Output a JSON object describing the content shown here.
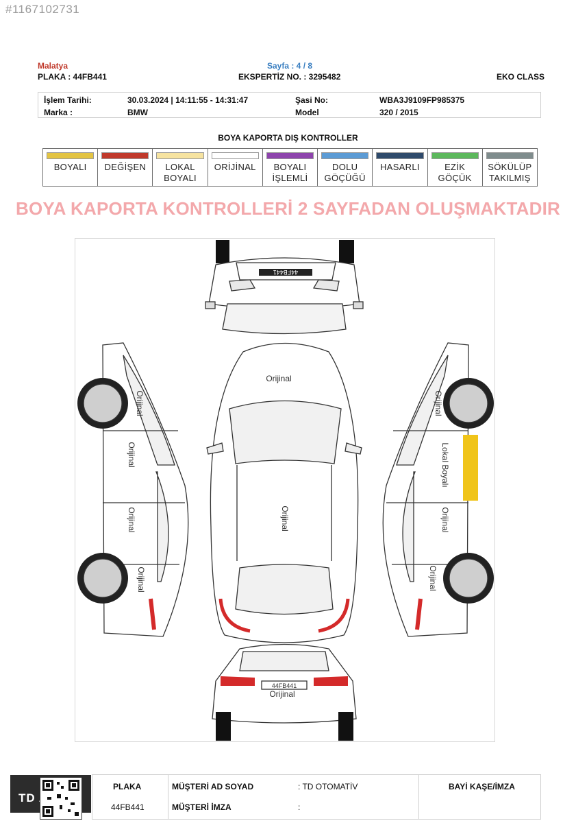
{
  "listing_id": "#1167102731",
  "header": {
    "city": "Malatya",
    "page": "Sayfa : 4 / 8",
    "plate_line": "PLAKA : 44FB441",
    "expertise_line": "EKSPERTİZ NO. : 3295482",
    "package": "EKO CLASS"
  },
  "info": {
    "date_label": "İşlem Tarihi:",
    "date_value": "30.03.2024 | 14:11:55 - 14:31:47",
    "chassis_label": "Şasi No:",
    "chassis_value": "WBA3J9109FP985375",
    "brand_label": "Marka :",
    "brand_value": "BMW",
    "model_label": "Model",
    "model_value": "320 / 2015"
  },
  "section_title": "BOYA KAPORTA DIŞ KONTROLLER",
  "legend": [
    {
      "line1": "BOYALI",
      "line2": "",
      "color": "#e3c443"
    },
    {
      "line1": "DEĞİŞEN",
      "line2": "",
      "color": "#c0392b"
    },
    {
      "line1": "LOKAL",
      "line2": "BOYALI",
      "color": "#f6e3a0"
    },
    {
      "line1": "ORİJİNAL",
      "line2": "",
      "color": "#ffffff"
    },
    {
      "line1": "BOYALI",
      "line2": "İŞLEMLİ",
      "color": "#8e44ad"
    },
    {
      "line1": "DOLU",
      "line2": "GÖÇÜĞÜ",
      "color": "#5b9bd5"
    },
    {
      "line1": "HASARLI",
      "line2": "",
      "color": "#2e4a6b"
    },
    {
      "line1": "EZİK",
      "line2": "GÖÇÜK",
      "color": "#5cb85c"
    },
    {
      "line1": "SÖKÜLÜP",
      "line2": "TAKILMIŞ",
      "color": "#7f8c8d"
    }
  ],
  "banner": "BOYA KAPORTA KONTROLLERİ 2 SAYFADAN OLUŞMAKTADIR",
  "diagram": {
    "roof_label": "Orijinal",
    "hood_label": "Orijinal",
    "rear_label": "Orijinal",
    "front_plate": "44FB441",
    "rear_plate": "44FB441",
    "left_labels": [
      "Orijinal",
      "Orijinal",
      "Orijinal",
      "Orijinal"
    ],
    "right_labels": [
      "Orijinal",
      "Lokal Boyalı",
      "Orijinal",
      "Orijinal"
    ],
    "local_paint_color": "#f0c419"
  },
  "footer": {
    "plate_label": "PLAKA",
    "plate_value": "44FB441",
    "customer_label": "MÜŞTERİ AD SOYAD",
    "customer_value": ": TD OTOMATİV",
    "signature_label": "MÜŞTERİ İMZA",
    "signature_value": ":",
    "stamp_label": "BAYİ KAŞE/İMZA"
  },
  "logo_text": "TD AUTO"
}
